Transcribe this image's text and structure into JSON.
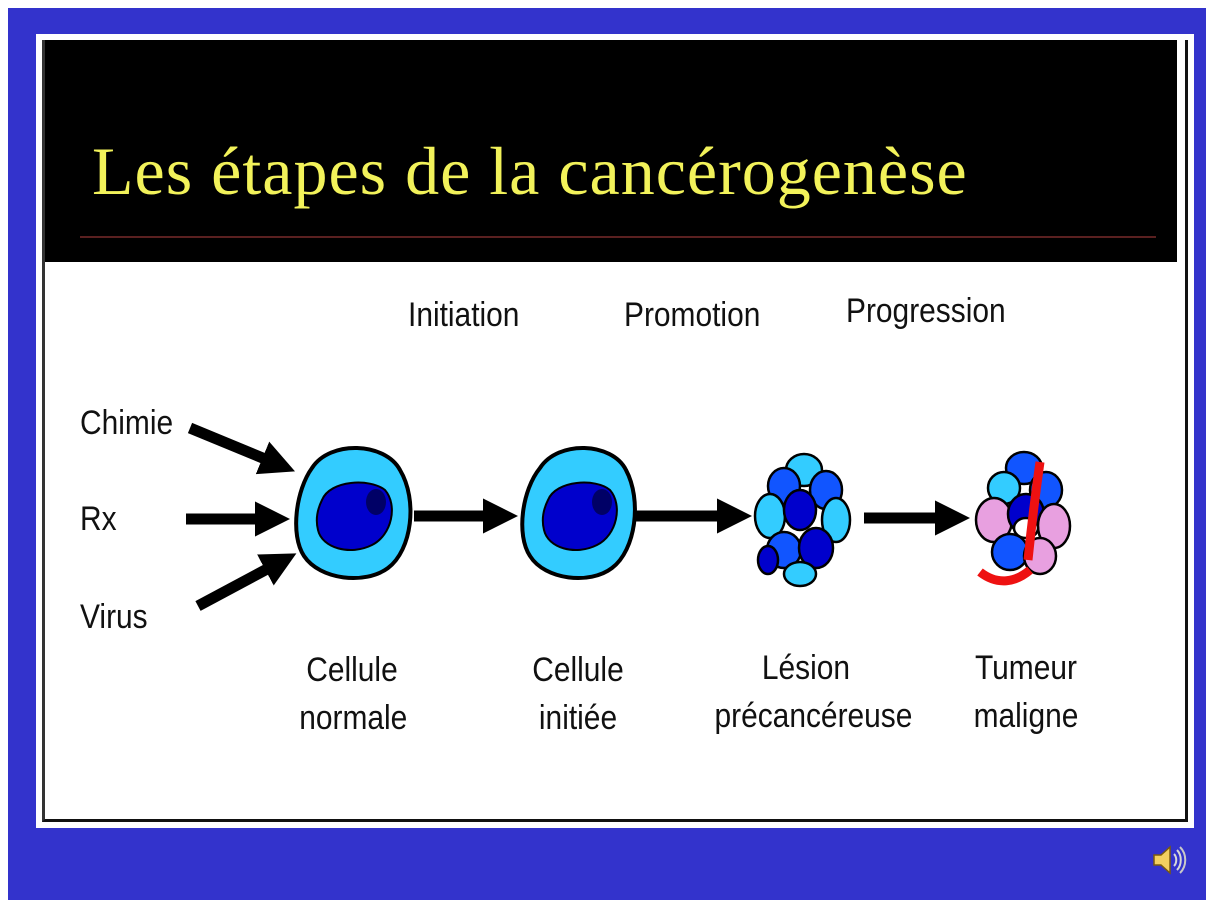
{
  "title": "Les étapes de la cancérogenèse",
  "stages": [
    "Initiation",
    "Promotion",
    "Progression"
  ],
  "agents": [
    "Chimie",
    "Rx",
    "Virus"
  ],
  "cells": [
    {
      "line1": "Cellule",
      "line2": "normale"
    },
    {
      "line1": "Cellule",
      "line2": "initiée"
    },
    {
      "line1": "Lésion",
      "line2": "précancéreuse"
    },
    {
      "line1": "Tumeur",
      "line2": "maligne"
    }
  ],
  "colors": {
    "frame": "#3333cc",
    "title_bar": "#000000",
    "title_text": "#f2f25a",
    "cell_outer": "#33ccff",
    "cell_nucleus": "#0000cc",
    "tumor_pink": "#e8a0e0",
    "tumor_red": "#ee1111"
  },
  "icons": {
    "speaker": "speaker-icon"
  }
}
